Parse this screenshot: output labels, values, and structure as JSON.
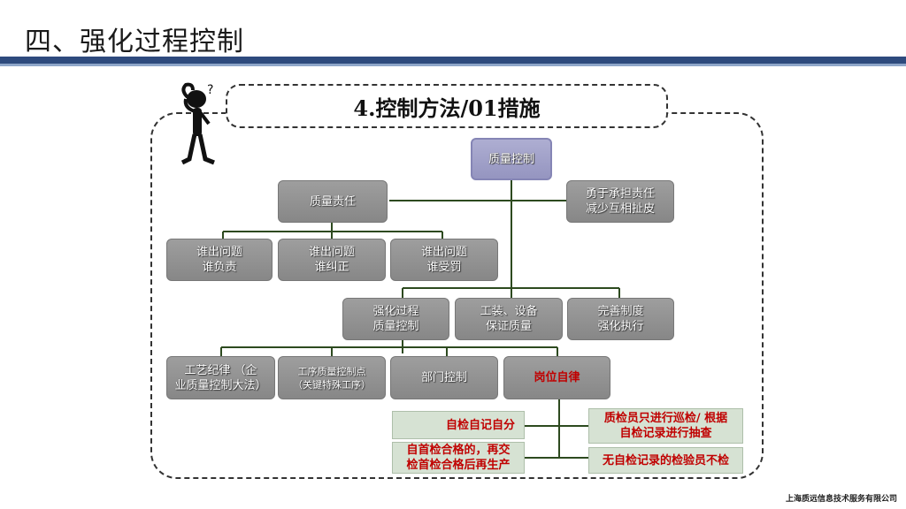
{
  "title": "四、强化过程控制",
  "subtitle": "4.控制方法/01措施",
  "footer": "上海质远信息技术服务有限公司",
  "colors": {
    "header_bar": "#2e4a7d",
    "header_bar_light": "#8fa6c9",
    "node_gray": "#8f8f8f",
    "node_top": "#a0a0c8",
    "note_bg": "#d6e2d3",
    "emphasis_red": "#c00000",
    "connector": "#2d4a1f"
  },
  "nodes": {
    "quality_control": "质量控制",
    "quality_responsibility": "质量责任",
    "take_responsibility": "勇于承担责任\n减少互相扯皮",
    "who_responsible": "谁出问题\n谁负责",
    "who_corrects": "谁出问题\n谁纠正",
    "who_punished": "谁出问题\n谁受罚",
    "strengthen_process": "强化过程\n质量控制",
    "tooling_equipment": "工装、设备\n保证质量",
    "improve_system": "完善制度\n强化执行",
    "process_discipline": "工艺纪律 （企\n业质量控制大法）",
    "process_checkpoints": "工序质量控制点\n（关键特殊工序）",
    "dept_control": "部门控制",
    "post_self_discipline": "岗位自律",
    "self_inspection": "自检自记自分",
    "first_article": "自首检合格的，再交\n检首检合格后再生产",
    "inspector_patrol": "质检员只进行巡检/ 根据\n自检记录进行抽查",
    "no_record_no_check": "无自检记录的检验员不检"
  },
  "icons": [
    "thinking-figure-icon",
    "question-mark-icon"
  ]
}
